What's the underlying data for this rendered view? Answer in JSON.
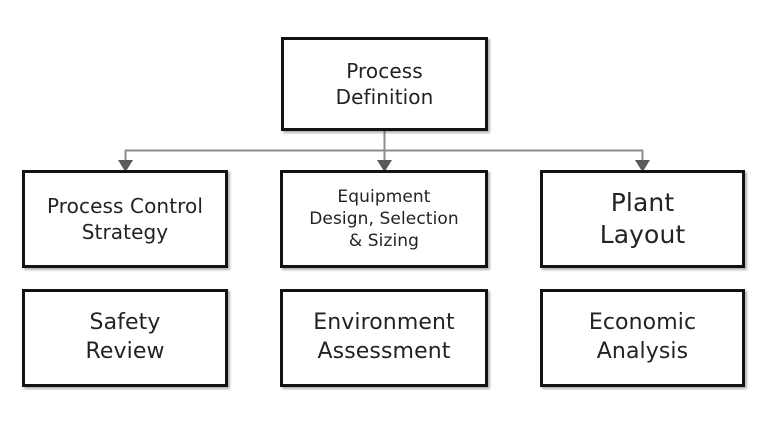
{
  "diagram": {
    "type": "hierarchy-flowchart",
    "background_color": "#ffffff",
    "box_border_color": "#121212",
    "box_fill_color": "#ffffff",
    "text_color": "#232323",
    "connector_color": "#8c8c8c",
    "arrowhead_color": "#5a5a5a",
    "nodes": [
      {
        "id": "process-definition",
        "label": "Process\nDefinition",
        "lines": [
          "Process",
          "Definition"
        ],
        "level": 0,
        "column": 2
      },
      {
        "id": "process-control-strategy",
        "label": "Process Control\nStrategy",
        "lines": [
          "Process Control",
          "Strategy"
        ],
        "level": 1,
        "column": 1
      },
      {
        "id": "equipment-design-selection-sizing",
        "label": "Equipment\nDesign, Selection\n& Sizing",
        "lines": [
          "Equipment",
          "Design, Selection",
          "& Sizing"
        ],
        "level": 1,
        "column": 2
      },
      {
        "id": "plant-layout",
        "label": "Plant\nLayout",
        "lines": [
          "Plant",
          "Layout"
        ],
        "level": 1,
        "column": 3
      },
      {
        "id": "safety-review",
        "label": "Safety\nReview",
        "lines": [
          "Safety",
          "Review"
        ],
        "level": 2,
        "column": 1
      },
      {
        "id": "environment-assessment",
        "label": "Environment\nAssessment",
        "lines": [
          "Environment",
          "Assessment"
        ],
        "level": 2,
        "column": 2
      },
      {
        "id": "economic-analysis",
        "label": "Economic\nAnalysis",
        "lines": [
          "Economic",
          "Analysis"
        ],
        "level": 2,
        "column": 3
      }
    ],
    "edges": [
      {
        "from": "process-definition",
        "to": "process-control-strategy",
        "arrow": "down"
      },
      {
        "from": "process-definition",
        "to": "equipment-design-selection-sizing",
        "arrow": "down"
      },
      {
        "from": "process-definition",
        "to": "plant-layout",
        "arrow": "down"
      }
    ]
  }
}
